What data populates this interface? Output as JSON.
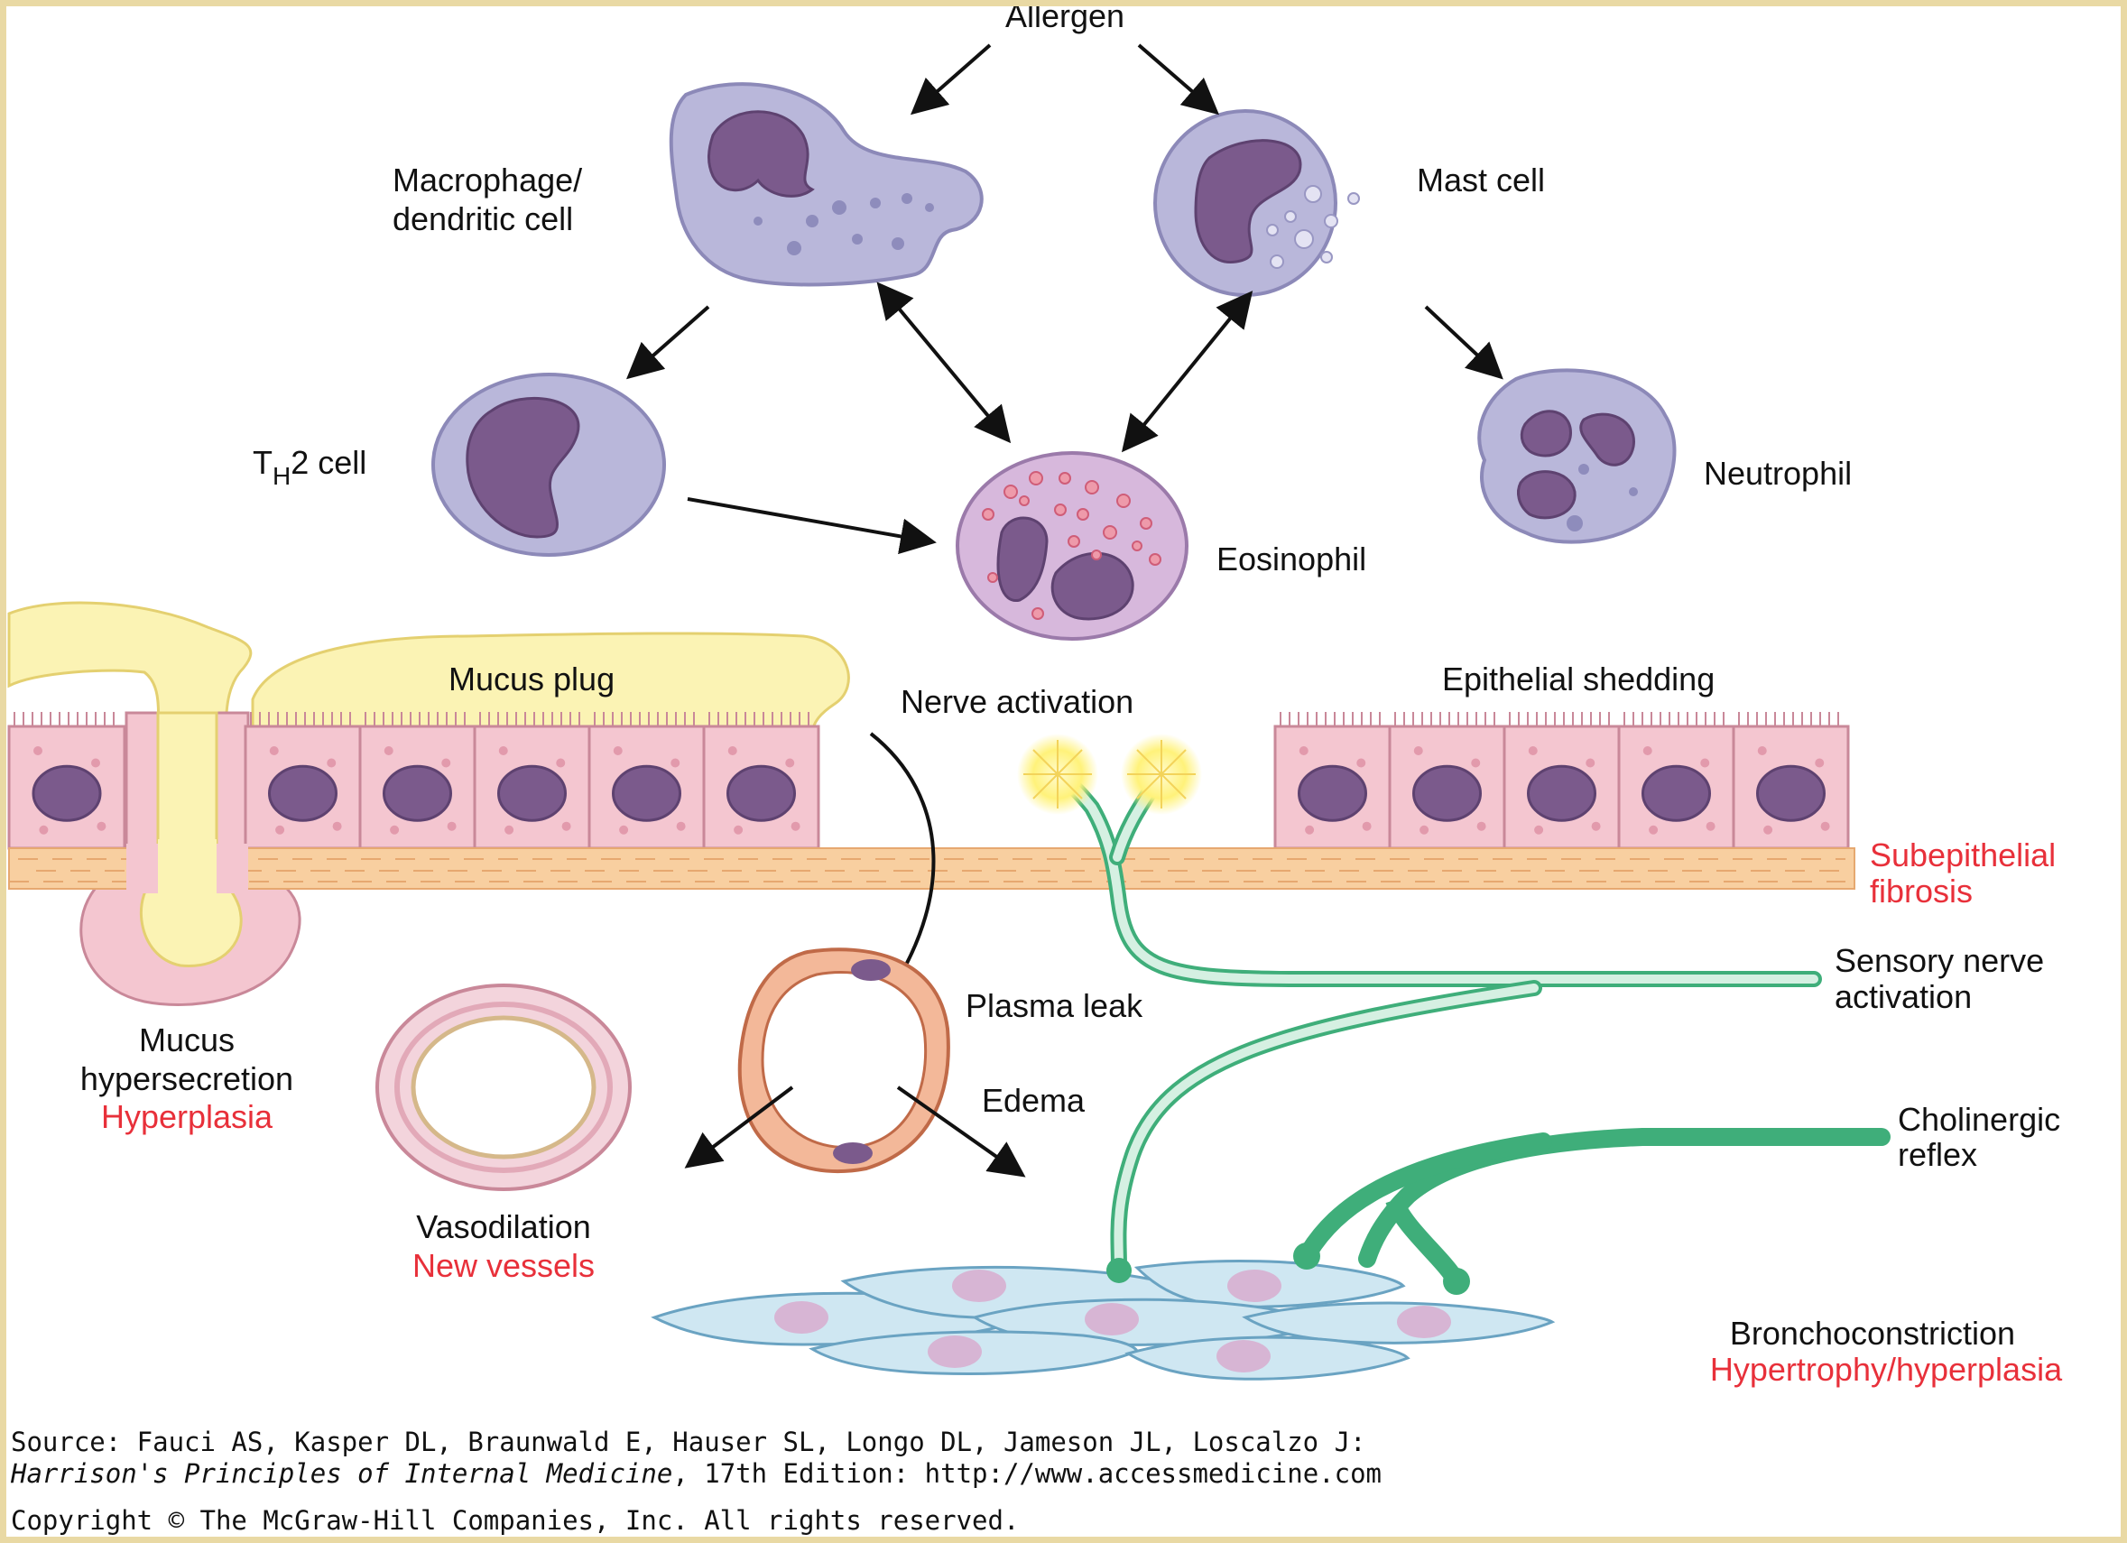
{
  "labels": {
    "allergen": "Allergen",
    "macrophage_line1": "Macrophage/",
    "macrophage_line2": "dendritic cell",
    "mast_cell": "Mast cell",
    "th2_t": "T",
    "th2_sub": "H",
    "th2_rest": "2 cell",
    "neutrophil": "Neutrophil",
    "eosinophil": "Eosinophil",
    "mucus_plug": "Mucus plug",
    "nerve_activation": "Nerve activation",
    "epithelial_shedding": "Epithelial shedding",
    "subepithelial_line1": "Subepithelial",
    "subepithelial_line2": "fibrosis",
    "sensory_line1": "Sensory nerve",
    "sensory_line2": "activation",
    "plasma_leak": "Plasma leak",
    "edema": "Edema",
    "mucus_line1": "Mucus",
    "mucus_line2": "hypersecretion",
    "hyperplasia": "Hyperplasia",
    "cholinergic_line1": "Cholinergic",
    "cholinergic_line2": "reflex",
    "vasodilation": "Vasodilation",
    "new_vessels": "New vessels",
    "bronchoconstriction": "Bronchoconstriction",
    "hypertrophy": "Hypertrophy/hyperplasia"
  },
  "source": {
    "line1": "Source: Fauci AS, Kasper DL, Braunwald E, Hauser SL, Longo DL, Jameson JL, Loscalzo J:",
    "line2_italic": "Harrison's Principles of Internal Medicine",
    "line2_rest": ", 17th Edition: http://www.accessmedicine.com",
    "copyright": "Copyright © The McGraw-Hill Companies, Inc. All rights reserved."
  },
  "colors": {
    "cell_fill": "#b6b4d8",
    "nucleus": "#7b5a8c",
    "mucus": "#fbf3b4",
    "epithelium": "#f4c6d0",
    "basement": "#f8cfa0",
    "nerve": "#3fae7a",
    "smooth_muscle": "#cfe7f2",
    "highlight_red": "#e8303a",
    "frame": "#e9d9a4"
  }
}
